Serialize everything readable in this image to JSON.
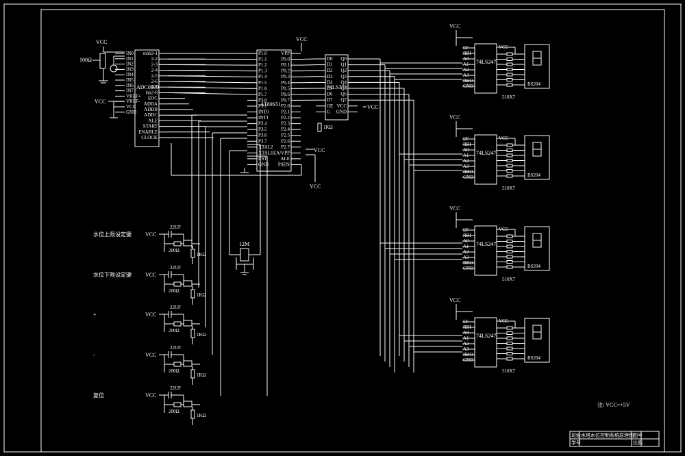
{
  "labels": {
    "vcc": "VCC",
    "gnd": "GND",
    "adc_chip": "ADC0809",
    "mcu_chip": "AT89S51",
    "latch_chip": "74LS373",
    "decoder_chip": "74LS247",
    "display_chip": "BS204",
    "res_100": "100Ω",
    "res_1k": "1KΩ",
    "res_200": "200Ω",
    "res_510": "510X7",
    "cap_22uf": "22UF",
    "crystal": "12M",
    "vcc_note": "注: VCC=+5V"
  },
  "adc_left_pins": [
    "IN0",
    "IN1",
    "IN2",
    "IN3",
    "IN4",
    "IN5",
    "IN6",
    "IN7",
    "VREF+",
    "VREF-",
    "VCC",
    "GND"
  ],
  "adc_right_pins": [
    "msb2-1",
    "2-2",
    "2-3",
    "2-4",
    "2-5",
    "2-6",
    "2-7",
    "lsb2-8",
    "EOC",
    "ADDA",
    "ADDB",
    "ADDC",
    "ALE",
    "START",
    "ENABLE",
    "CLOCK"
  ],
  "mcu_left_pins": [
    "P1.0",
    "P1.1",
    "P1.2",
    "P1.3",
    "P1.4",
    "P1.5",
    "P1.6",
    "P1.7",
    "P3.0",
    "P3.1",
    "INT0",
    "INT1",
    "P3.4",
    "P3.5",
    "P3.6",
    "P3.7",
    "XTAL2",
    "XTAL1",
    "RST",
    "GND"
  ],
  "mcu_right_pins": [
    "VPP",
    "P0.0",
    "P0.1",
    "P0.2",
    "P0.3",
    "P0.4",
    "P0.5",
    "P0.6",
    "P0.7",
    "P2.0",
    "P2.1",
    "P2.2",
    "P2.3",
    "P2.4",
    "P2.5",
    "P2.6",
    "P2.7",
    "EA/VPP",
    "ALE",
    "PSEN"
  ],
  "latch_left_pins": [
    "D0",
    "D1",
    "D2",
    "D3",
    "D4",
    "D5",
    "D6",
    "D7",
    "OE",
    "G"
  ],
  "latch_right_pins": [
    "Q0",
    "Q1",
    "Q2",
    "Q3",
    "Q4",
    "Q5",
    "Q6",
    "Q7",
    "VCC",
    "GND"
  ],
  "decoder_pins": [
    "LT",
    "RBI",
    "A0",
    "A1",
    "A2",
    "A3",
    "RBO",
    "GND"
  ],
  "buttons": [
    "水位上限设定键",
    "水位下限设定键",
    "+",
    "-",
    "复位"
  ],
  "title_block": {
    "r1c1": "班级",
    "r1c2": "水塔水位控制系统原理图",
    "r1c3": "图号",
    "r2c1": "学号",
    "r2c2": "",
    "r2c3": "比例"
  },
  "colors": {
    "background": "#000000",
    "line": "#ffffff"
  }
}
